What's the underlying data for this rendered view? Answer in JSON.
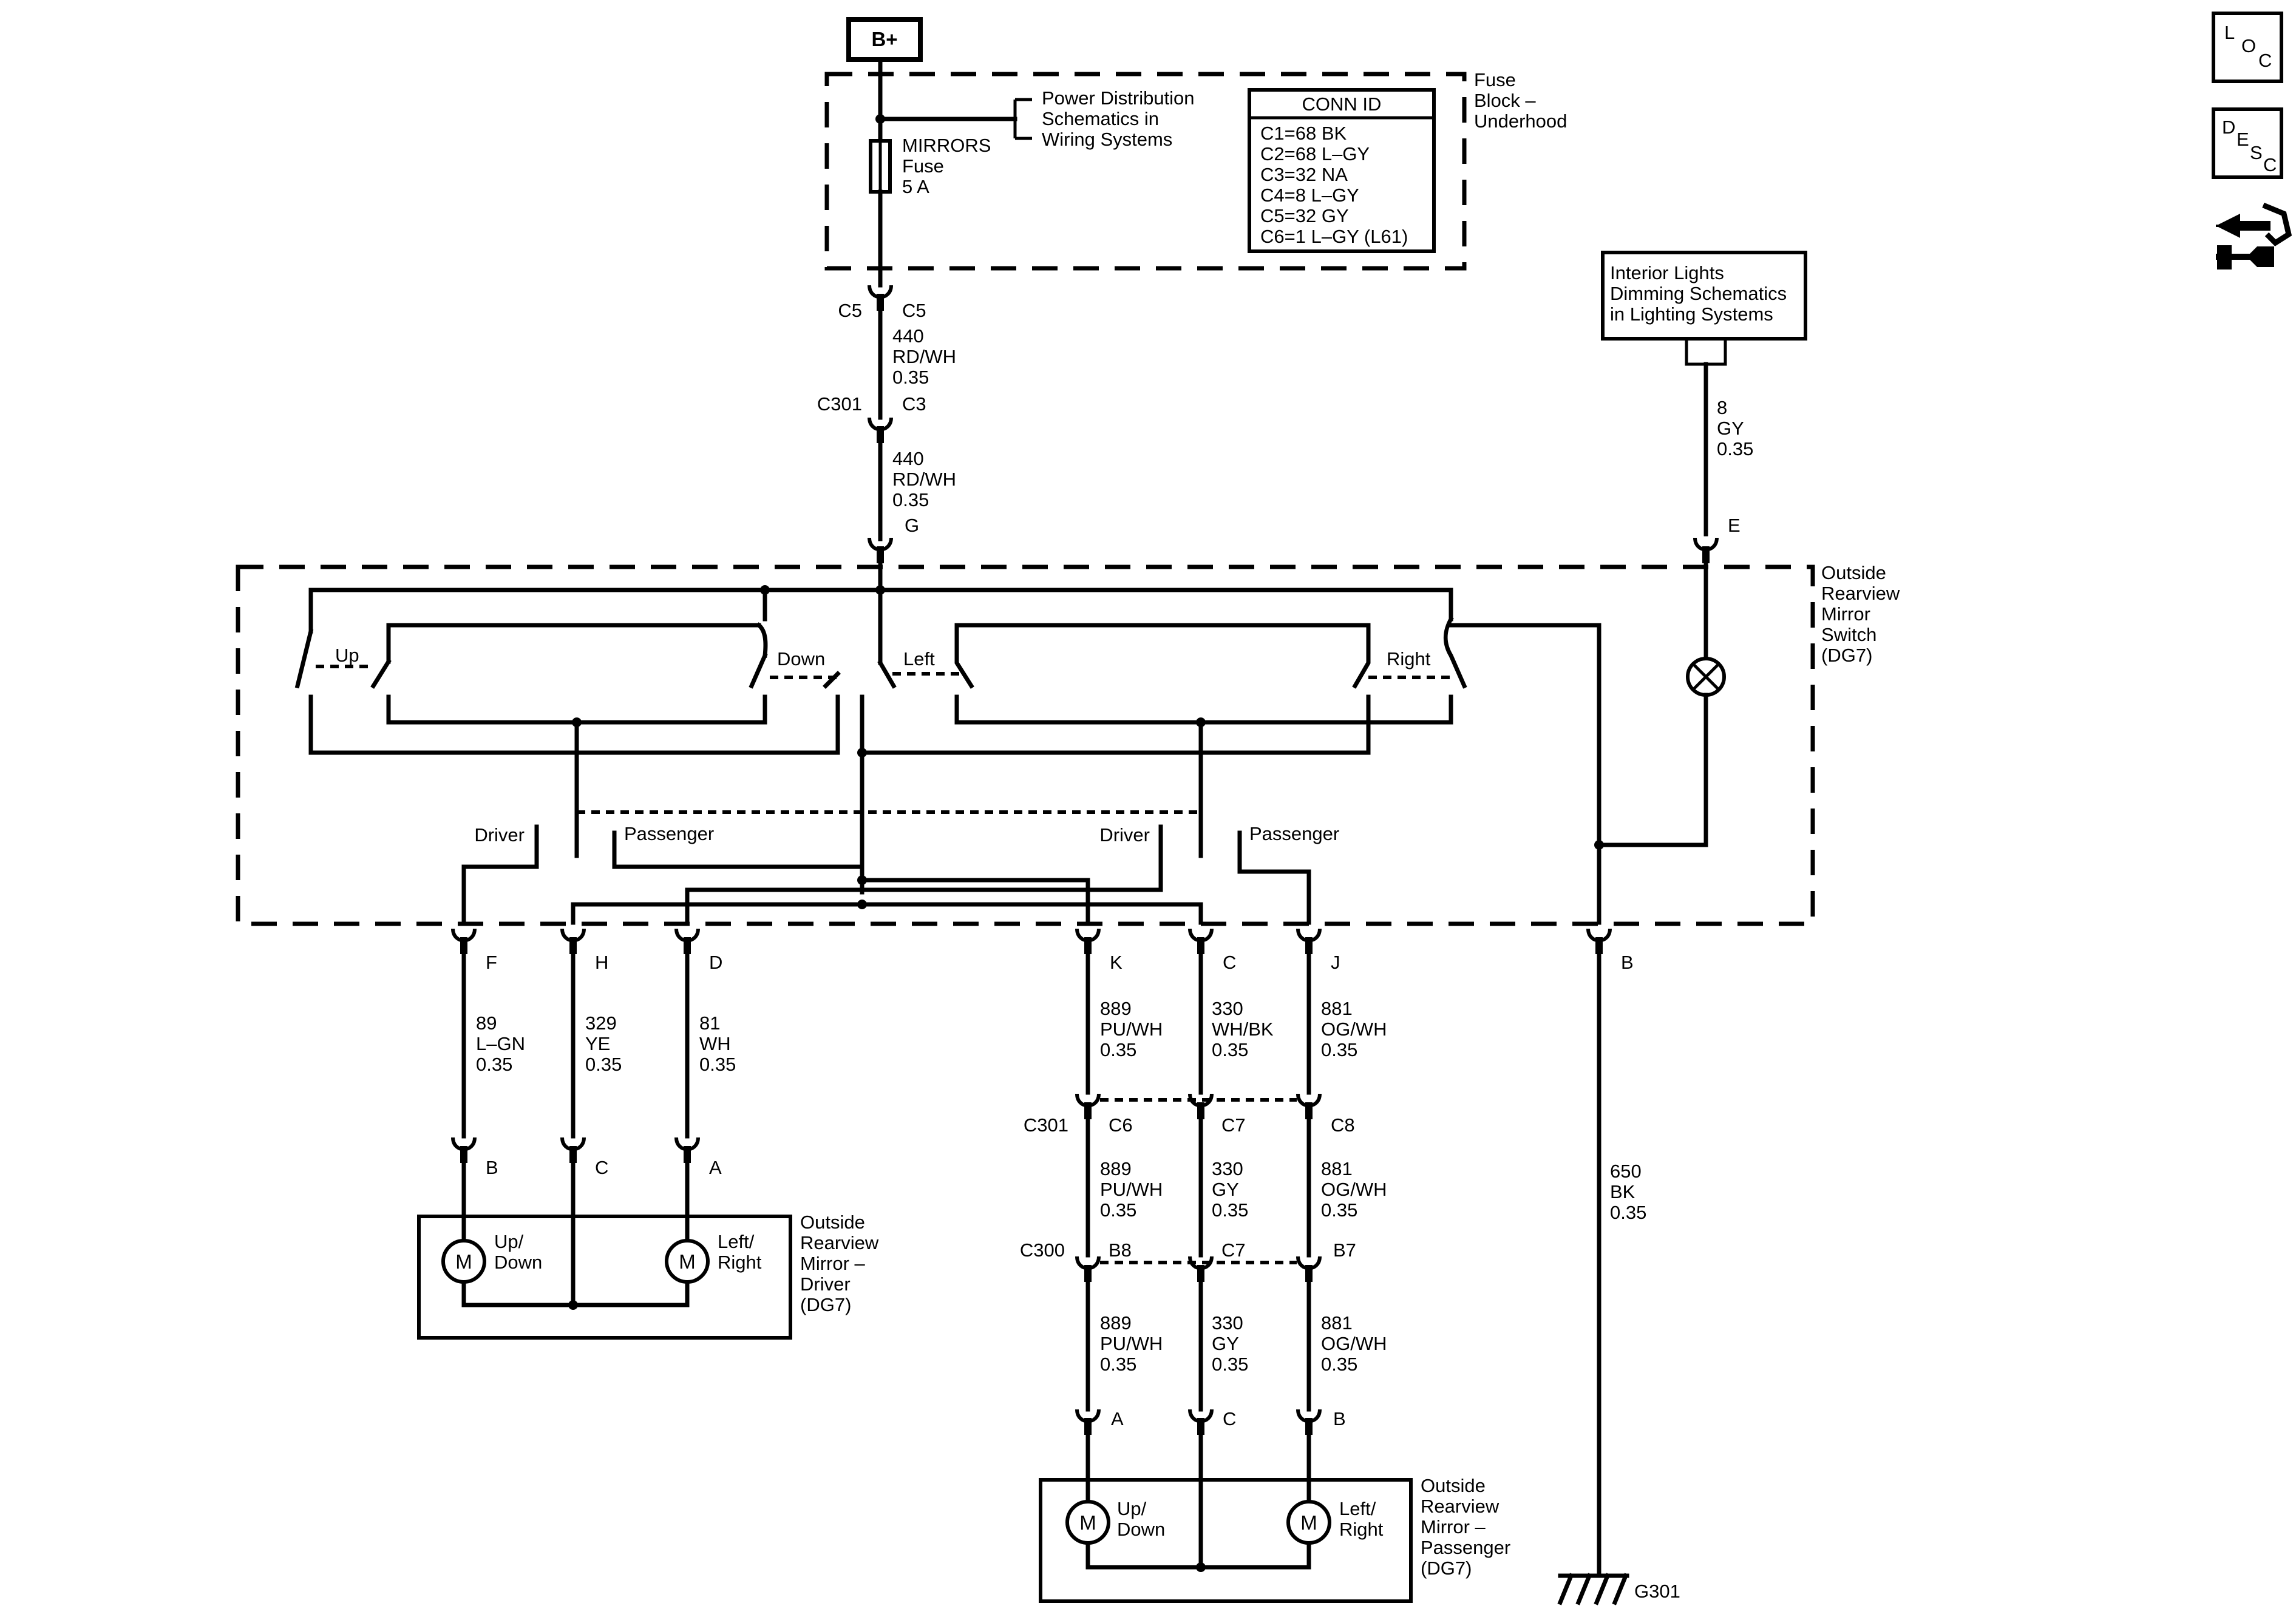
{
  "source": {
    "label": "B+"
  },
  "fuse_block": {
    "name_lines": [
      "Fuse",
      "Block –",
      "Underhood"
    ],
    "fuse_lines": [
      "MIRRORS",
      "Fuse",
      "5 A"
    ],
    "power_ref_lines": [
      "Power Distribution",
      "Schematics in",
      "Wiring Systems"
    ],
    "conn_id": {
      "title": "CONN ID",
      "rows": [
        "C1=68 BK",
        "C2=68 L–GY",
        "C3=32 NA",
        "C4=8 L–GY",
        "C5=32 GY",
        "C6=1 L–GY (L61)"
      ]
    }
  },
  "feed": {
    "c5_left": "C5",
    "c5_right": "C5",
    "wire1": [
      "440",
      "RD/WH",
      "0.35"
    ],
    "c301_left": "C301",
    "c301_right": "C3",
    "wire2": [
      "440",
      "RD/WH",
      "0.35"
    ],
    "switch_pin": "G"
  },
  "dimming": {
    "ref_lines": [
      "Interior Lights",
      "Dimming Schematics",
      "in Lighting Systems"
    ],
    "wire": [
      "8",
      "GY",
      "0.35"
    ],
    "switch_pin": "E"
  },
  "switch": {
    "name_lines": [
      "Outside",
      "Rearview",
      "Mirror",
      "Switch",
      "(DG7)"
    ],
    "labels": {
      "up": "Up",
      "down": "Down",
      "left": "Left",
      "right": "Right"
    },
    "selector_labels": {
      "driver_1": "Driver",
      "passenger_1": "Passenger",
      "driver_2": "Driver",
      "passenger_2": "Passenger"
    }
  },
  "switch_pins": [
    {
      "pin": "F",
      "wire": [
        "89",
        "L–GN",
        "0.35"
      ]
    },
    {
      "pin": "H",
      "wire": [
        "329",
        "YE",
        "0.35"
      ]
    },
    {
      "pin": "D",
      "wire": [
        "81",
        "WH",
        "0.35"
      ]
    },
    {
      "pin": "K",
      "wire": [
        "889",
        "PU/WH",
        "0.35"
      ]
    },
    {
      "pin": "C",
      "wire": [
        "330",
        "WH/BK",
        "0.35"
      ]
    },
    {
      "pin": "J",
      "wire": [
        "881",
        "OG/WH",
        "0.35"
      ]
    },
    {
      "pin": "B",
      "wire": [
        "650",
        "BK",
        "0.35"
      ]
    }
  ],
  "driver_mirror": {
    "pins": [
      "B",
      "C",
      "A"
    ],
    "motor_symbol": "M",
    "motor1_lines": [
      "Up/",
      "Down"
    ],
    "motor2_lines": [
      "Left/",
      "Right"
    ],
    "name_lines": [
      "Outside",
      "Rearview",
      "Mirror –",
      "Driver",
      "(DG7)"
    ]
  },
  "passenger_path": {
    "c301": {
      "name": "C301",
      "pins": [
        "C6",
        "C7",
        "C8"
      ]
    },
    "seg1_wires": [
      [
        "889",
        "PU/WH",
        "0.35"
      ],
      [
        "330",
        "GY",
        "0.35"
      ],
      [
        "881",
        "OG/WH",
        "0.35"
      ]
    ],
    "c300": {
      "name": "C300",
      "pins": [
        "B8",
        "C7",
        "B7"
      ]
    },
    "seg2_wires": [
      [
        "889",
        "PU/WH",
        "0.35"
      ],
      [
        "330",
        "GY",
        "0.35"
      ],
      [
        "881",
        "OG/WH",
        "0.35"
      ]
    ],
    "mirror_pins": [
      "A",
      "C",
      "B"
    ]
  },
  "passenger_mirror": {
    "motor_symbol": "M",
    "motor1_lines": [
      "Up/",
      "Down"
    ],
    "motor2_lines": [
      "Left/",
      "Right"
    ],
    "name_lines": [
      "Outside",
      "Rearview",
      "Mirror –",
      "Passenger",
      "(DG7)"
    ]
  },
  "ground": {
    "label": "G301"
  },
  "side_icons": {
    "loc": {
      "l1": "L",
      "l2": "O",
      "l3": "C"
    },
    "desc": {
      "l1": "D",
      "l2": "E",
      "l3": "S",
      "l4": "C"
    }
  }
}
